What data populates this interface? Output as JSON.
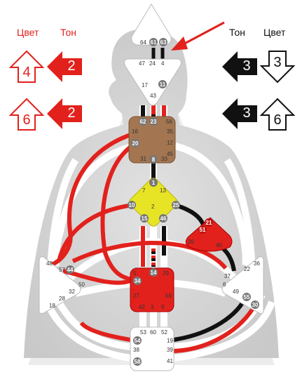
{
  "left_panel": {
    "color_header": "Цвет",
    "tone_header": "Тон",
    "top_color_value": "4",
    "top_tone_value": "2",
    "bottom_color_value": "6",
    "bottom_tone_value": "2"
  },
  "right_panel": {
    "tone_header": "Тон",
    "color_header": "Цвет",
    "top_tone_value": "3",
    "top_color_value": "3",
    "bottom_tone_value": "3",
    "bottom_color_value": "6"
  },
  "centers": {
    "head": [
      "64",
      "61",
      "63"
    ],
    "ajna": [
      "47",
      "24",
      "4",
      "17",
      "11",
      "43"
    ],
    "throat": [
      "62",
      "23",
      "56",
      "16",
      "35",
      "20",
      "12",
      "45",
      "31",
      "8",
      "33"
    ],
    "g": [
      "1",
      "7",
      "13",
      "10",
      "25",
      "15",
      "46",
      "2"
    ],
    "heart": [
      "21",
      "51",
      "26",
      "40"
    ],
    "spleen": [
      "48",
      "57",
      "44",
      "50",
      "32",
      "28",
      "18"
    ],
    "sacral": [
      "5",
      "14",
      "29",
      "34",
      "27",
      "59",
      "42",
      "3",
      "9"
    ],
    "solar_plexus": [
      "36",
      "22",
      "37",
      "6",
      "49",
      "55",
      "30"
    ],
    "root": [
      "53",
      "60",
      "52",
      "54",
      "19",
      "38",
      "39",
      "58",
      "41"
    ]
  },
  "colors": {
    "personality": "#111111",
    "design": "#e2211c",
    "head": "#ffffff",
    "throat": "#a37550",
    "g": "#e7e426",
    "heart": "#e2211c",
    "sacral": "#e2211c",
    "channel_track": "#ffffff",
    "body": "#d4d4d4"
  }
}
